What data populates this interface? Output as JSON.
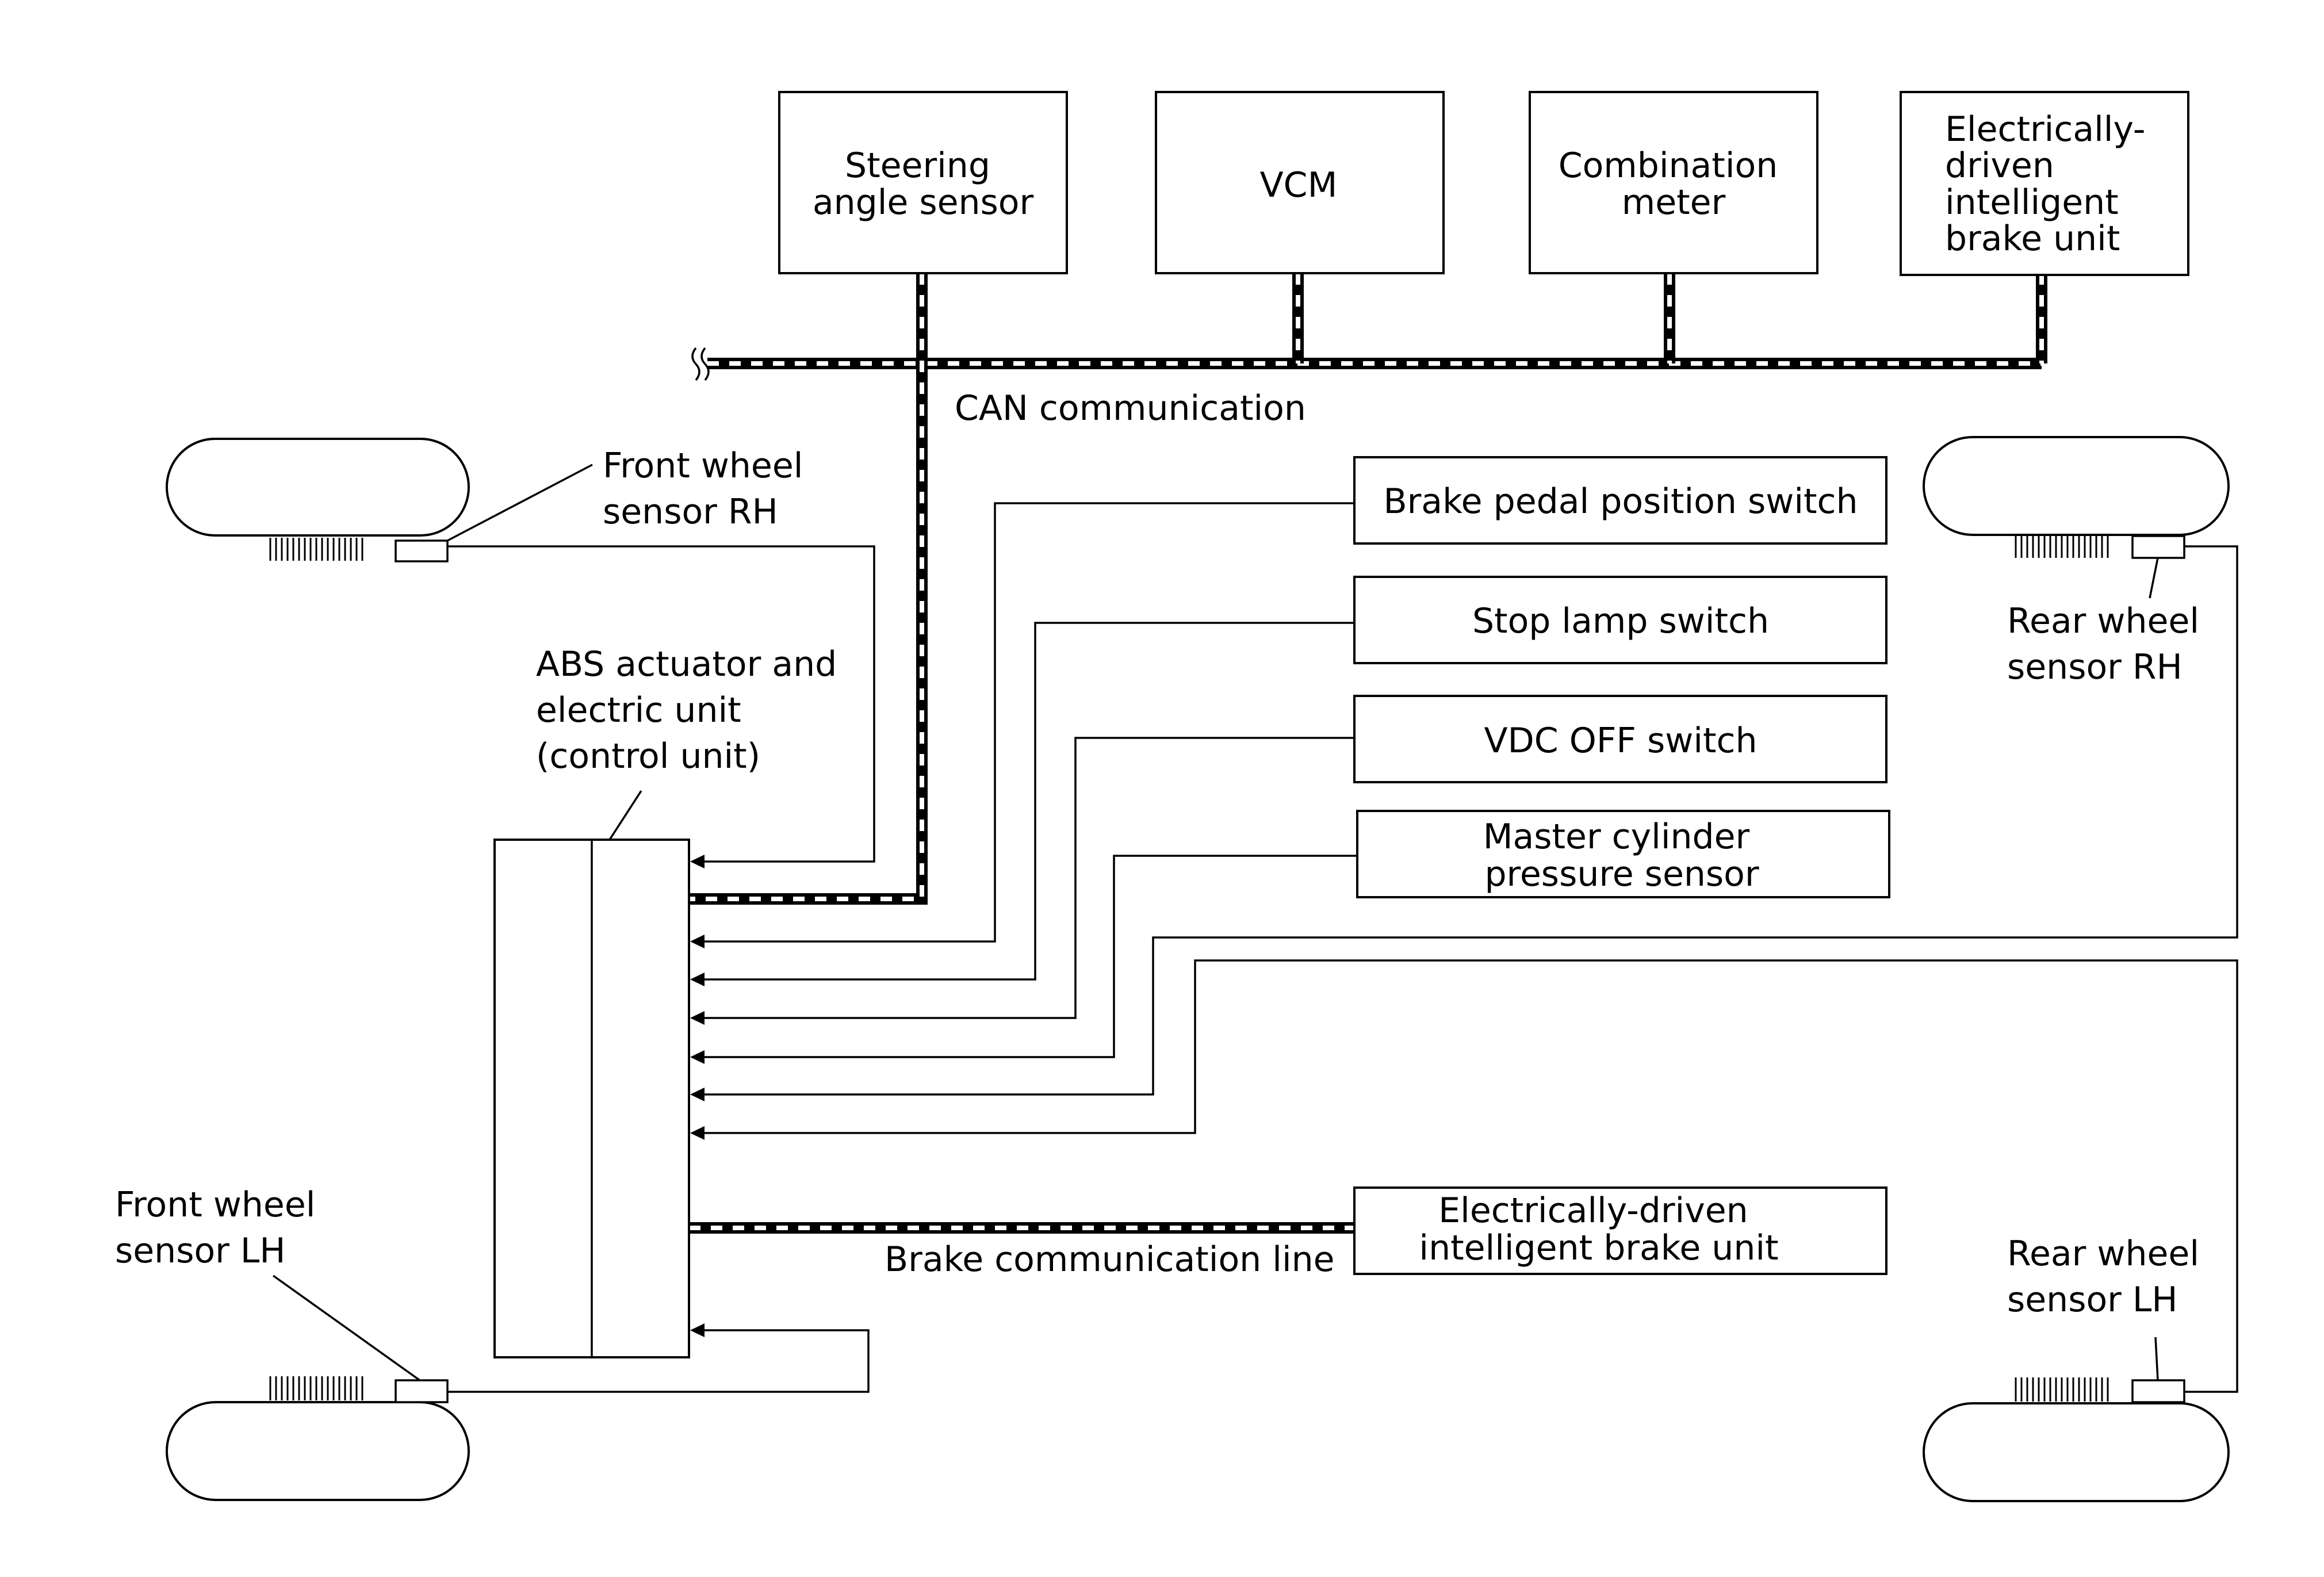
{
  "top_units": {
    "steering": [
      "Steering",
      "angle sensor"
    ],
    "vcm": [
      "VCM"
    ],
    "combination_meter": [
      "Combination",
      "meter"
    ],
    "brake_unit": [
      "Electrically-",
      "driven",
      "intelligent",
      "brake unit"
    ]
  },
  "can_label": "CAN communication",
  "switches": {
    "brake_pedal": [
      "Brake pedal position switch"
    ],
    "stop_lamp": [
      "Stop lamp switch"
    ],
    "vdc_off": [
      "VDC OFF switch"
    ],
    "master_cylinder": [
      "Master cylinder",
      "pressure sensor"
    ],
    "brake_unit_lower": [
      "Electrically-driven",
      "intelligent brake unit"
    ]
  },
  "brake_comm_label": "Brake communication line",
  "abs_label": [
    "ABS actuator and",
    "electric unit",
    "(control unit)"
  ],
  "sensors": {
    "front_rh": [
      "Front wheel",
      "sensor RH"
    ],
    "rear_rh": [
      "Rear wheel",
      "sensor RH"
    ],
    "front_lh": [
      "Front wheel",
      "sensor LH"
    ],
    "rear_lh": [
      "Rear wheel",
      "sensor LH"
    ]
  }
}
